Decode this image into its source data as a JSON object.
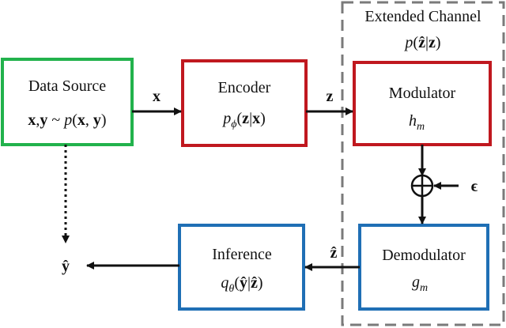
{
  "extended_channel": {
    "title": "Extended Channel",
    "dist_p": "p",
    "dist_open": "(",
    "dist_zhat": "ẑ",
    "dist_bar": "|",
    "dist_z": "z",
    "dist_close": ")"
  },
  "blocks": {
    "data_source": {
      "title": "Data Source",
      "x": "x",
      "comma": ",",
      "y": "y",
      "tilde": " ~ ",
      "p": "p",
      "open": "(",
      "x2": "x",
      "comma2": ", ",
      "y2": "y",
      "close": ")"
    },
    "encoder": {
      "title": "Encoder",
      "p": "p",
      "sub": "ϕ",
      "open": "(",
      "z": "z",
      "bar": "|",
      "x": "x",
      "close": ")"
    },
    "modulator": {
      "title": "Modulator",
      "h": "h",
      "sub": "m"
    },
    "demodulator": {
      "title": "Demodulator",
      "g": "g",
      "sub": "m"
    },
    "inference": {
      "title": "Inference",
      "q": "q",
      "sub": "θ",
      "open": "(",
      "yhat": "ŷ",
      "bar": "|",
      "zhat": "ẑ",
      "close": ")"
    }
  },
  "arrows": {
    "x_label": "x",
    "z_label": "z",
    "zhat_label": "ẑ",
    "epsilon_label": "ϵ",
    "yhat_output": "ŷ"
  },
  "colors": {
    "data_source": "#22b24c",
    "encoder_modulator": "#c0181f",
    "demod_inference": "#1f6fb5",
    "channel_border": "#7a7a7a",
    "arrow": "#111111"
  }
}
